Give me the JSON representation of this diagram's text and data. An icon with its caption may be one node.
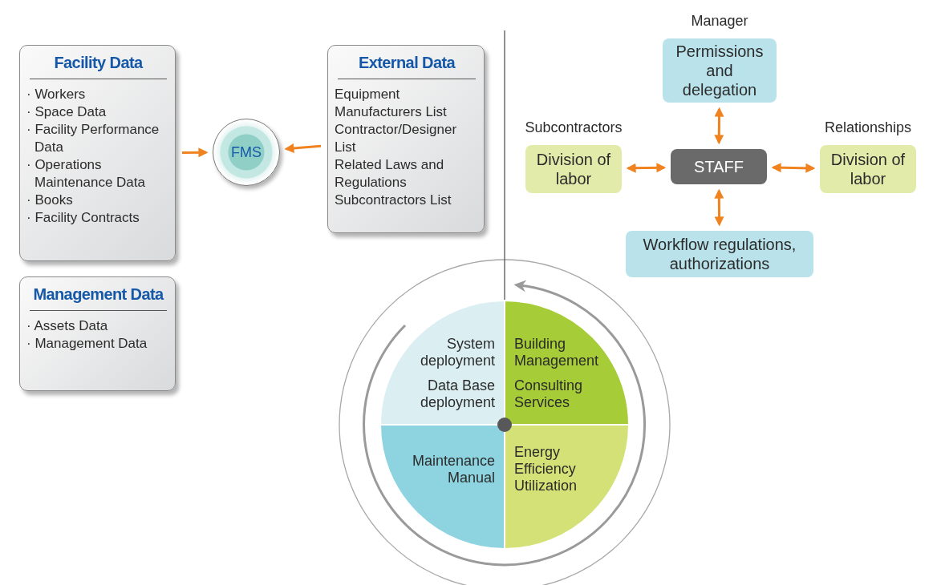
{
  "diagram": {
    "nodes": [
      {
        "text": [
          "Facility Data",
          "· Workers",
          "· Space Data",
          "· Facility Performance Data",
          "· Operations Maintenance Data",
          "· Books",
          "· Facility Contracts"
        ]
      },
      {
        "text": [
          "FMS"
        ]
      },
      {
        "text": [
          "External Data",
          "Equipment Manufacturers List",
          "Contractor/Designer List",
          "Related Laws and Regulations",
          "Subcontractors List"
        ]
      },
      {
        "text": [
          "Management Data",
          "· Assets Data",
          "· Management Data"
        ]
      },
      {
        "text": [
          "Manager",
          "Permissions and delegation"
        ]
      },
      {
        "text": [
          "Subcontractors",
          "Division of labor"
        ]
      },
      {
        "text": [
          "STAFF"
        ]
      },
      {
        "text": [
          "Relationships",
          "Division of labor"
        ]
      },
      {
        "text": [
          "Workflow regulations, authorizations"
        ]
      },
      {
        "text": [
          "System deployment",
          "Data Base deployment"
        ]
      },
      {
        "text": [
          "Building Management",
          "Consulting Services"
        ]
      },
      {
        "text": [
          "Maintenance Manual"
        ]
      },
      {
        "text": [
          "Energy Efficiency Utilization"
        ]
      }
    ],
    "edges": [
      {
        "from": 0,
        "to": 1,
        "arrow": "to"
      },
      {
        "from": 2,
        "to": 1,
        "arrow": "to"
      },
      {
        "from": 6,
        "to": 4,
        "arrow": "both"
      },
      {
        "from": 6,
        "to": 5,
        "arrow": "both"
      },
      {
        "from": 6,
        "to": 7,
        "arrow": "both"
      },
      {
        "from": 6,
        "to": 8,
        "arrow": "both"
      }
    ]
  }
}
